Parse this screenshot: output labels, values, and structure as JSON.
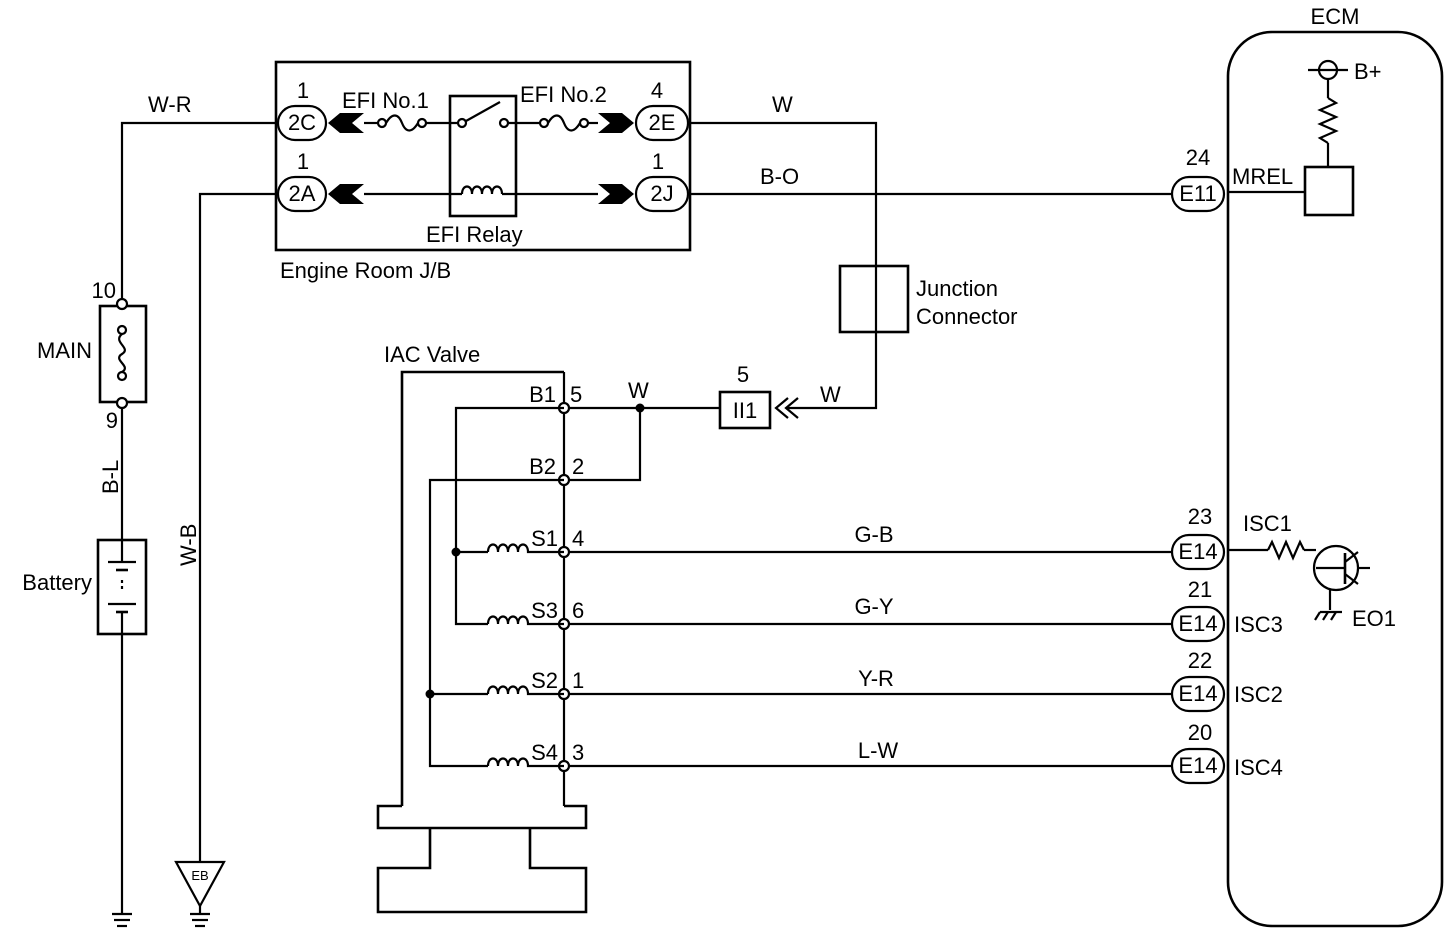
{
  "ecm": {
    "title": "ECM",
    "bplus": "B+",
    "mrel": "MREL",
    "isc1": "ISC1",
    "isc2": "ISC2",
    "isc3": "ISC3",
    "isc4": "ISC4",
    "eo1": "EO1"
  },
  "jb": {
    "title": "Engine Room J/B",
    "relay": "EFI Relay",
    "fuse1": "EFI No.1",
    "fuse2": "EFI No.2",
    "c2c": "2C",
    "c2a": "2A",
    "c2e": "2E",
    "c2j": "2J",
    "p2c": "1",
    "p2a": "1",
    "p2e": "4",
    "p2j": "1"
  },
  "main_fuse": {
    "label": "MAIN",
    "pin_top": "10",
    "pin_bottom": "9"
  },
  "battery": {
    "label": "Battery"
  },
  "ground": {
    "label": "EB"
  },
  "junction": {
    "line1": "Junction",
    "line2": "Connector"
  },
  "iac": {
    "title": "IAC Valve",
    "b1": "B1",
    "b2": "B2",
    "s1": "S1",
    "s2": "S2",
    "s3": "S3",
    "s4": "S4",
    "p_b1": "5",
    "p_b2": "2",
    "p_s1": "4",
    "p_s3": "6",
    "p_s2": "1",
    "p_s4": "3"
  },
  "connector_ii1": {
    "name": "II1",
    "pin": "5"
  },
  "connectors": {
    "e11": "E11",
    "e14": "E14",
    "p24": "24",
    "p23": "23",
    "p21": "21",
    "p22": "22",
    "p20": "20"
  },
  "wires": {
    "wr": "W-R",
    "bl": "B-L",
    "wb": "W-B",
    "w_top": "W",
    "bo": "B-O",
    "w_mid": "W",
    "w_ii1": "W",
    "gb": "G-B",
    "gy": "G-Y",
    "yr": "Y-R",
    "lw": "L-W"
  }
}
